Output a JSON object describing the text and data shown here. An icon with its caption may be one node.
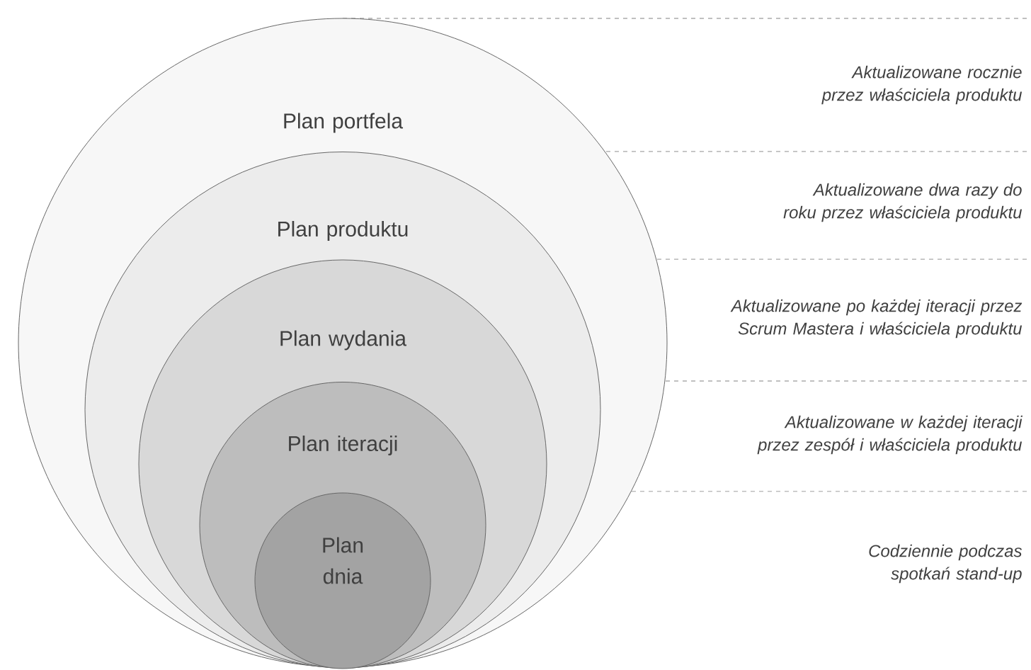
{
  "diagram": {
    "nodes": [
      {
        "text": [
          "Plan portfela"
        ]
      },
      {
        "text": [
          "Plan produktu"
        ],
        "in": 0
      },
      {
        "text": [
          "Plan wydania"
        ],
        "in": 1
      },
      {
        "text": [
          "Plan iteracji"
        ],
        "in": 2
      },
      {
        "text": [
          "Plan dnia"
        ],
        "in": 3
      }
    ],
    "labels": [
      "Aktualizowane rocznie przez właściciela produktu",
      "Aktualizowane dwa razy do roku przez właściciela produktu",
      "Aktualizowane po każdej iteracji przez Scrum Mastera i właściciela produktu",
      "Aktualizowane w każdej iteracji przez zespół i właściciela produktu",
      "Codziennie podczas spotkań stand-up"
    ]
  }
}
